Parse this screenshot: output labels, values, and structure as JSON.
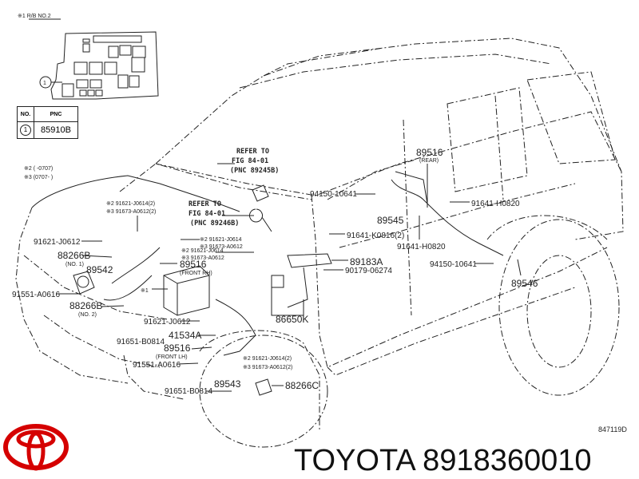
{
  "relay_block": {
    "title": "※1 R/B NO.2",
    "callout": "1"
  },
  "parts_table": {
    "headers": [
      "NO.",
      "PNC"
    ],
    "rows": [
      {
        "no": "1",
        "pnc": "85910B"
      }
    ]
  },
  "notes": [
    "※2 (    -0707)",
    "※3 (0707-    )"
  ],
  "refer_a": [
    "REFER TO",
    "FIG  84-01",
    "(PNC 89245B)"
  ],
  "refer_b": [
    "REFER TO",
    "FIG  84-01",
    "(PNC 89246B)"
  ],
  "labels": [
    "※2 91621-J0614(2)",
    "※3 91673-A0612(2)",
    "91621-J0612",
    "88266B",
    "(NO. 1)",
    "89542",
    "※2 91621-J0614",
    "※3 91673-A0612",
    "※2 91621-J0614",
    "※3 91673-A0612",
    "89516",
    "(FRONT RH)",
    "※1",
    "91551-A0616",
    "88266B",
    "(NO. 2)",
    "91621-J0612",
    "91651-B0814",
    "41534A",
    "89516",
    "(FRONT LH)",
    "91551-A0616",
    "※2 91621-J0614(2)",
    "※3 91673-A0612(2)",
    "89543",
    "91651-B0814",
    "88266C",
    "86650K",
    "94150-10641",
    "89545",
    "91641-K0816(2)",
    "89183A",
    "90179-06274",
    "89516",
    "(REAR)",
    "91641-H0820",
    "91641-H0820",
    "94150-10641",
    "89546"
  ],
  "diagram_code": "847119D",
  "caption": "TOYOTA 8918360010",
  "brand_color": "#d50000"
}
